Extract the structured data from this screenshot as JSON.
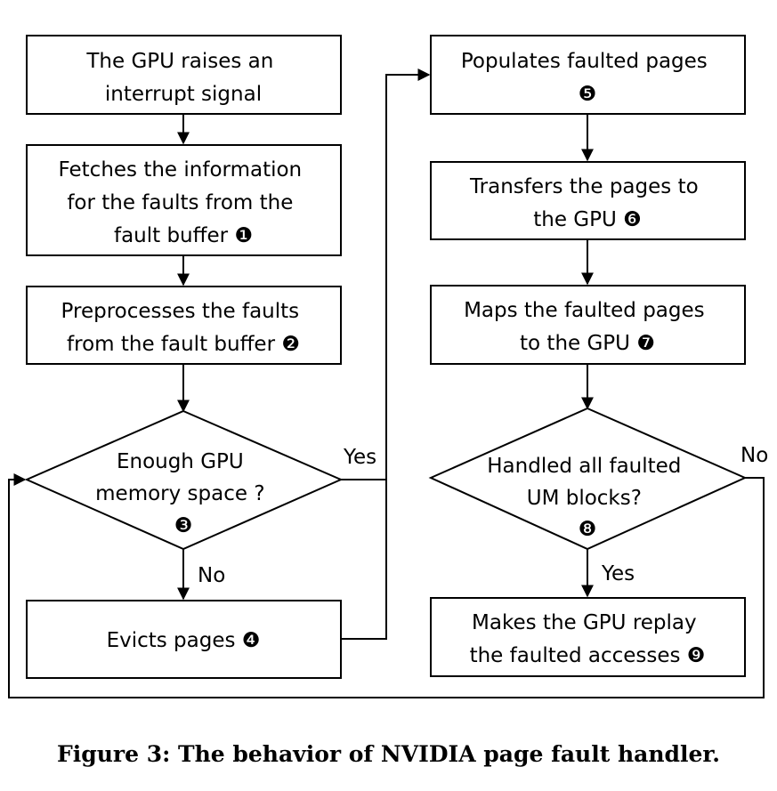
{
  "nodes": {
    "n1": {
      "lines": [
        "The GPU raises an",
        "interrupt signal"
      ]
    },
    "n2": {
      "lines": [
        "Fetches the information",
        "for the faults from the",
        "fault buffer ❶"
      ]
    },
    "n3": {
      "lines": [
        "Preprocesses the faults",
        "from the fault buffer ❷"
      ]
    },
    "n4": {
      "lines": [
        "Enough GPU",
        "memory space ?",
        "❸"
      ]
    },
    "n5": {
      "lines": [
        "Evicts pages ❹"
      ]
    },
    "n6": {
      "lines": [
        "Populates faulted pages",
        "❺"
      ]
    },
    "n7": {
      "lines": [
        "Transfers the pages to",
        "the GPU ❻"
      ]
    },
    "n8": {
      "lines": [
        "Maps the faulted pages",
        "to the GPU ❼"
      ]
    },
    "n9": {
      "lines": [
        "Handled all faulted",
        "UM blocks?",
        "❽"
      ]
    },
    "n10": {
      "lines": [
        "Makes the GPU replay",
        "the faulted accesses ❾"
      ]
    }
  },
  "edge_labels": {
    "yes_1": "Yes",
    "no_1": "No",
    "yes_2": "Yes",
    "no_2": "No"
  },
  "caption": "Figure 3: The behavior of NVIDIA page fault handler."
}
